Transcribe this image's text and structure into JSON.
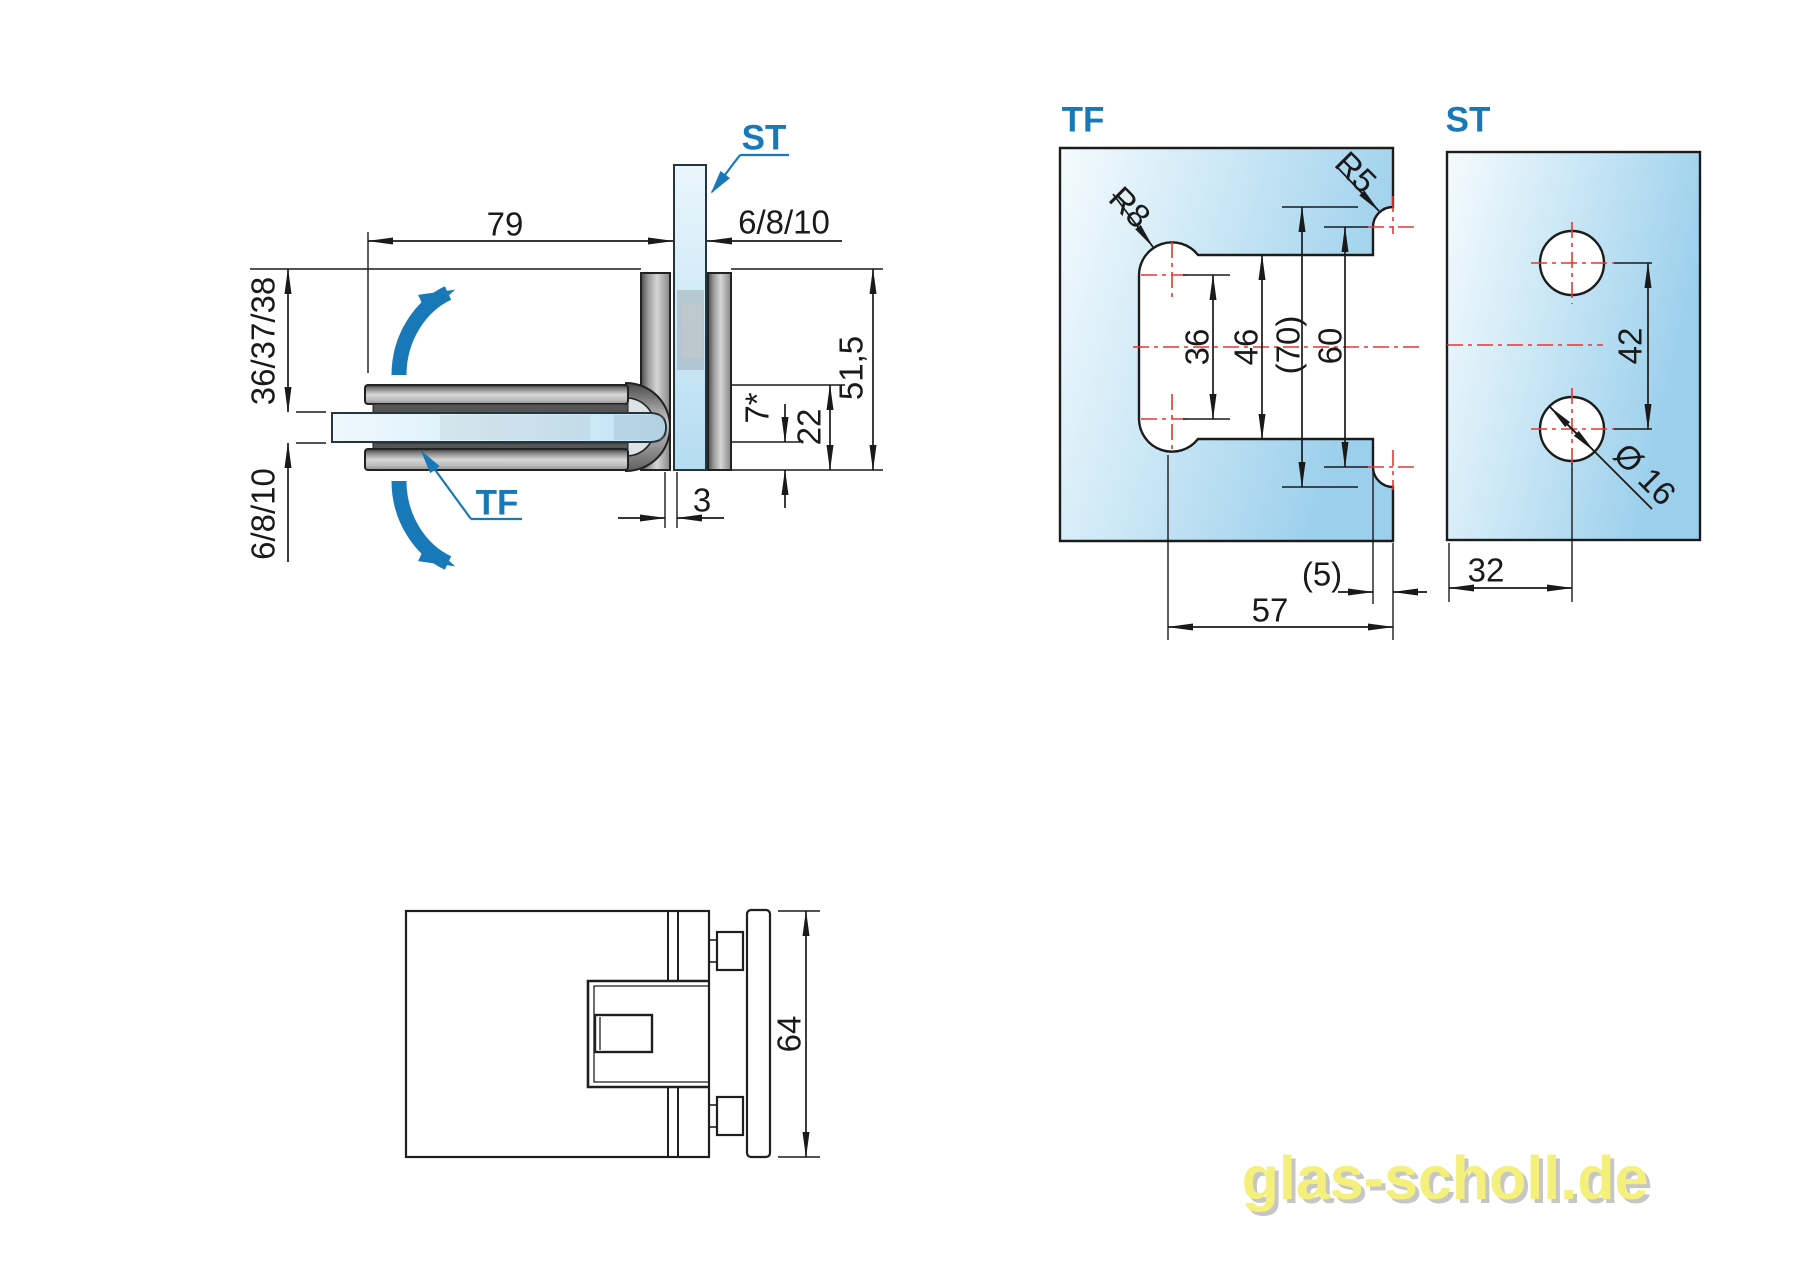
{
  "colors": {
    "accent_blue": "#1878b8",
    "centerline_red": "#e8362e",
    "line_black": "#1a1a1a",
    "glass_blue": "#cfe9f7",
    "watermark_yellow": "#f5f07c"
  },
  "side_view": {
    "label_st": "ST",
    "label_tf": "TF",
    "dim_width": "79",
    "dim_glass_st": "6/8/10",
    "dim_left_top": "36/37/38",
    "dim_left_bottom": "6/8/10",
    "dim_height": "51,5",
    "dim_22": "22",
    "dim_7": "7*",
    "dim_3": "3"
  },
  "tf_panel": {
    "label": "TF",
    "dim_36": "36",
    "dim_46": "46",
    "dim_70": "(70)",
    "dim_60": "60",
    "radius_r8": "R8",
    "radius_r5": "R5",
    "dim_5": "(5)",
    "dim_57": "57"
  },
  "st_panel": {
    "label": "ST",
    "dim_42": "42",
    "dim_diameter": "Ø 16",
    "dim_32": "32"
  },
  "front_view": {
    "dim_64": "64"
  },
  "watermark": {
    "text": "glas-scholl.de"
  }
}
